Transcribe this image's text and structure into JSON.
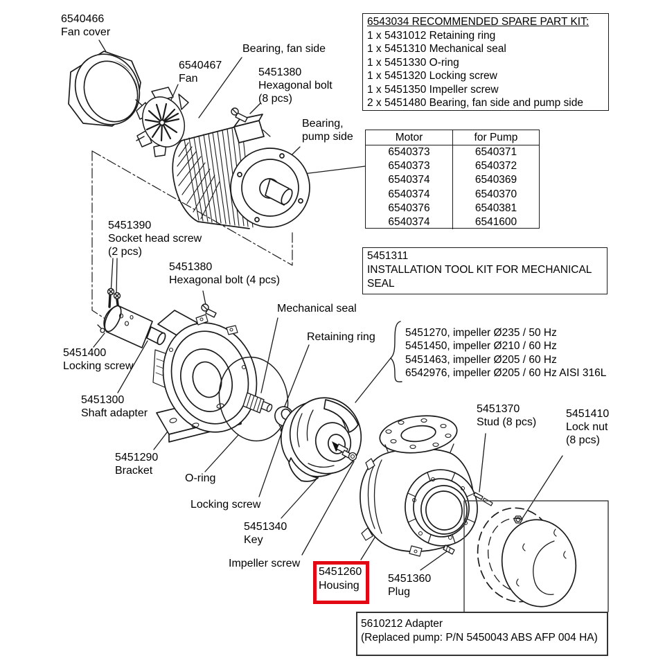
{
  "title": "Pump exploded parts diagram",
  "colors": {
    "line": "#1a1a1a",
    "highlight_red": "#e30613"
  },
  "spare_kit": {
    "title": "6543034  RECOMMENDED SPARE PART KIT:",
    "items": [
      "1 x 5431012  Retaining ring",
      "1 x 5451310  Mechanical seal",
      "1 x 5451330  O-ring",
      "1 x 5451320  Locking screw",
      "1 x 5451350  Impeller screw",
      "2 x 5451480  Bearing, fan side and pump side"
    ]
  },
  "motor_table": {
    "headers": [
      "Motor",
      "for Pump"
    ],
    "rows": [
      [
        "6540373",
        "6540371"
      ],
      [
        "6540373",
        "6540372"
      ],
      [
        "6540374",
        "6540369"
      ],
      [
        "6540374",
        "6540370"
      ],
      [
        "6540376",
        "6540381"
      ],
      [
        "6540374",
        "6541600"
      ]
    ]
  },
  "tool_kit": {
    "text": "5451311\nINSTALLATION TOOL KIT FOR MECHANICAL\nSEAL"
  },
  "impeller_options": [
    "5451270, impeller Ø235 / 50 Hz",
    "5451450, impeller Ø210 / 60 Hz",
    "5451463, impeller Ø205 / 60 Hz",
    "6542976, impeller Ø205 / 60 Hz AISI 316L"
  ],
  "adapter_box": {
    "text": "5610212  Adapter\n(Replaced pump: P/N 5450043 ABS AFP 004 HA)"
  },
  "labels": {
    "fan_cover": "6540466\nFan cover",
    "fan": "6540467\nFan",
    "bearing_fan_side": "Bearing, fan side",
    "hex_bolt_8": "5451380\nHexagonal bolt\n(8 pcs)",
    "bearing_pump_side": "Bearing,\npump side",
    "socket_head_screw": "5451390\nSocket head screw\n(2 pcs)",
    "hex_bolt_4": "5451380\nHexagonal bolt (4 pcs)",
    "mechanical_seal": "Mechanical seal",
    "retaining_ring": "Retaining ring",
    "locking_screw_shaft": "5451400\nLocking screw",
    "shaft_adapter": "5451300\nShaft adapter",
    "bracket": "5451290\nBracket",
    "o_ring": "O-ring",
    "locking_screw_impeller": "Locking screw",
    "key": "5451340\nKey",
    "impeller_screw": "Impeller screw",
    "housing": "5451260\nHousing",
    "plug": "5451360\nPlug",
    "stud": "5451370\nStud (8 pcs)",
    "lock_nut": "5451410\nLock nut\n(8 pcs)"
  }
}
